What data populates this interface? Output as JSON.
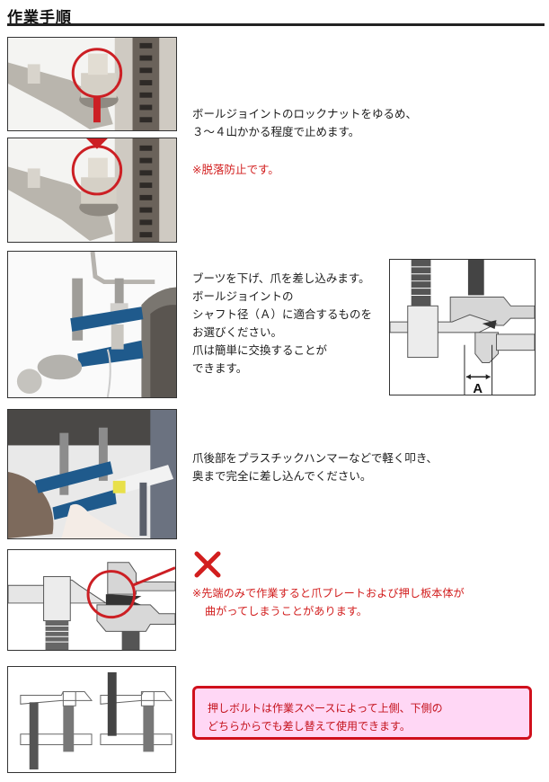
{
  "header": {
    "title": "作業手順"
  },
  "steps": [
    {
      "images": [
        "ball-joint-locknut-before-photo",
        "ball-joint-locknut-after-photo"
      ],
      "lines": [
        "ボールジョイントのロックナットをゆるめ、",
        "３～４山かかる程度で止めます。"
      ],
      "note": "※脱落防止です。"
    },
    {
      "images": [
        "puller-insert-photo",
        "claw-shaft-diameter-diagram"
      ],
      "lines": [
        "ブーツを下げ、爪を差し込みます。",
        "ボールジョイントの",
        "シャフト径（Ａ）に適合するものを",
        "お選びください。",
        "爪は簡単に交換することが",
        "できます。"
      ],
      "diagram_label": "A"
    },
    {
      "images": [
        "hammer-tap-photo"
      ],
      "lines": [
        "爪後部をプラスチックハンマーなどで軽く叩き、",
        "奥まで完全に差し込んでください。"
      ]
    },
    {
      "images": [
        "tip-only-warning-diagram"
      ],
      "warning_icon": "x-mark",
      "lines": [
        "※先端のみで作業すると爪プレートおよび押し板本体が",
        "曲がってしまうことがあります。"
      ]
    },
    {
      "images": [
        "bolt-position-diagram"
      ],
      "lines": [
        "押しボルトは作業スペースによって上側、下側の",
        "どちらからでも差し替えて使用できます。"
      ]
    }
  ],
  "colors": {
    "accent_red": "#d21e1e",
    "note_bg": "#ffd7f5",
    "note_border": "#d0101c",
    "tool_blue": "#1f5a8c"
  }
}
